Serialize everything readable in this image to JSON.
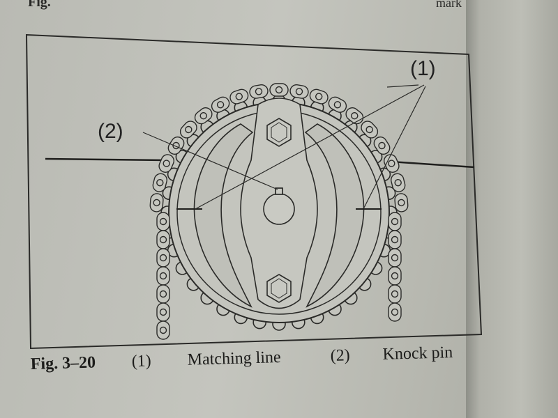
{
  "header_fragment": {
    "left": "Fig.",
    "right": "mark"
  },
  "callouts": {
    "label1": "(1)",
    "label2": "(2)"
  },
  "caption": {
    "figure": "Fig. 3–20",
    "item1_num": "(1)",
    "item1_text": "Matching line",
    "item2_num": "(2)",
    "item2_text": "Knock pin"
  },
  "colors": {
    "paper": "#c0c1ba",
    "ink": "#222222"
  }
}
